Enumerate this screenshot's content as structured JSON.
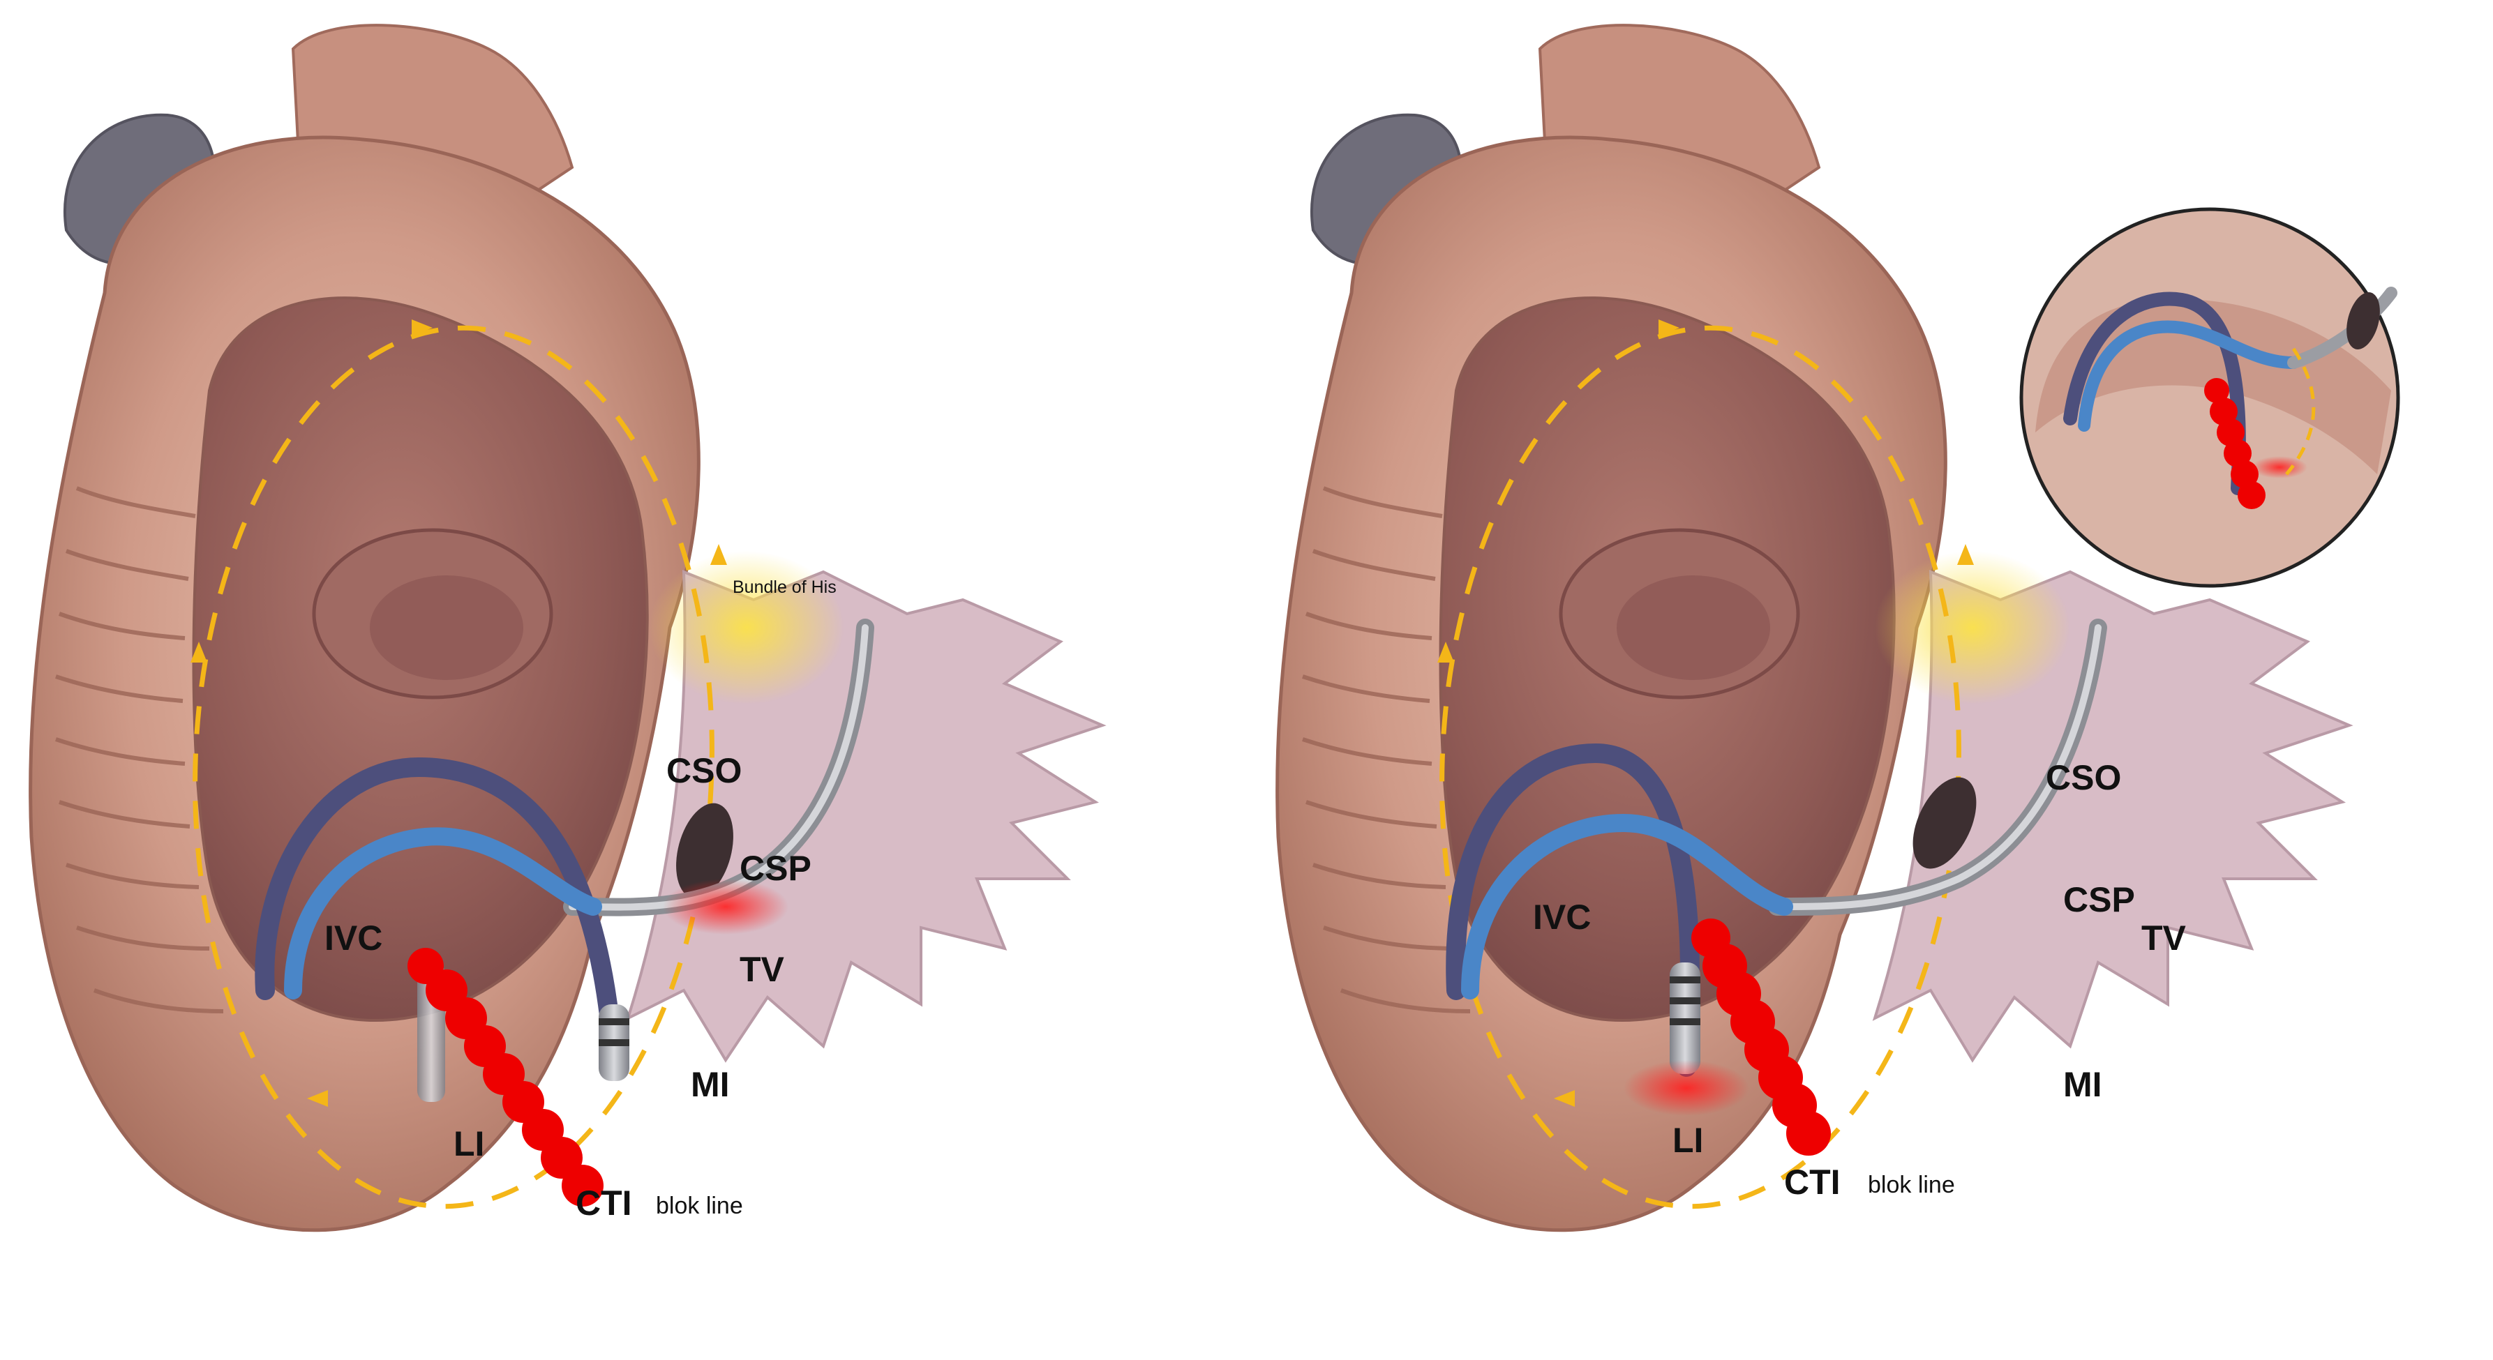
{
  "colors": {
    "tissue_dark": "#a96f63",
    "tissue_mid": "#c8907f",
    "tissue_light": "#e4b8a6",
    "valve": "#d7bcc6",
    "catheter_blue": "#4a86c8",
    "catheter_navy": "#4d4f7c",
    "catheter_grey": "#a3a5ab",
    "ablation_red": "#ee0000",
    "circuit_yellow": "#f4b618",
    "his_glow": "#f6dc4a"
  },
  "left_panel": {
    "labels": {
      "his": "Bundle of His",
      "cso": "CSO",
      "csp": "CSP",
      "tv": "TV",
      "ivc": "IVC",
      "mi": "MI",
      "li": "LI",
      "cti": "CTI",
      "blok_line": "blok line"
    }
  },
  "right_panel": {
    "labels": {
      "cso": "CSO",
      "csp": "CSP",
      "tv": "TV",
      "ivc": "IVC",
      "mi": "MI",
      "li": "LI",
      "cti": "CTI",
      "blok_line": "blok line"
    }
  }
}
